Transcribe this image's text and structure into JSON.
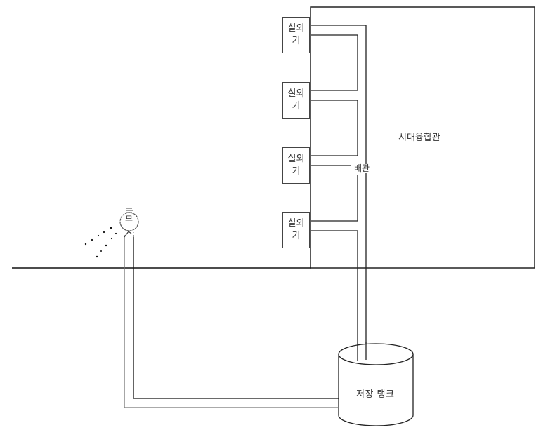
{
  "diagram": {
    "type": "system-schematic",
    "building": {
      "label": "시대융합관"
    },
    "outdoor_units": [
      {
        "label_line1": "실외",
        "label_line2": "기"
      },
      {
        "label_line1": "실외",
        "label_line2": "기"
      },
      {
        "label_line1": "실외",
        "label_line2": "기"
      },
      {
        "label_line1": "실외",
        "label_line2": "기"
      }
    ],
    "pipe": {
      "label": "배관"
    },
    "storage_tank": {
      "label": "저장 탱크"
    },
    "sprayer": {
      "label": "무"
    },
    "ground_line": true,
    "colors": {
      "stroke": "#222222",
      "stroke_gray": "#777777",
      "text": "#333333",
      "background": "#ffffff"
    }
  }
}
